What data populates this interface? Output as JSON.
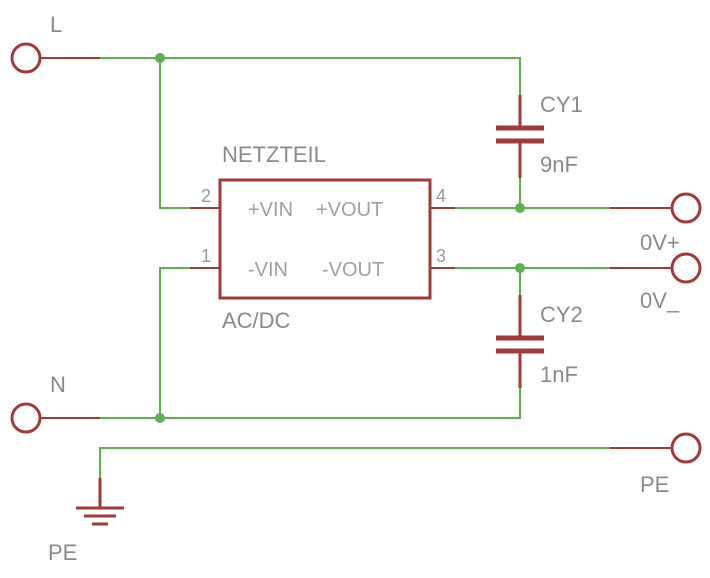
{
  "colors": {
    "wire": "#5fb04f",
    "component": "#a23a3a",
    "text": "#8a8a8a",
    "background": "#ffffff"
  },
  "terminals": {
    "L": "L",
    "N": "N",
    "pe_left": "PE",
    "ov_plus": "0V+",
    "ov_minus": "0V_",
    "pe_right": "PE"
  },
  "module": {
    "name": "NETZTEIL",
    "value": "AC/DC",
    "pin_plus_vin": "+VIN",
    "pin_plus_vout": "+VOUT",
    "pin_minus_vin": "-VIN",
    "pin_minus_vout": "-VOUT",
    "pin_num_2": "2",
    "pin_num_1": "1",
    "pin_num_4": "4",
    "pin_num_3": "3"
  },
  "capacitors": {
    "cy1_name": "CY1",
    "cy1_value": "9nF",
    "cy2_name": "CY2",
    "cy2_value": "1nF"
  },
  "icons": [
    "ground-icon",
    "capacitor-icon",
    "terminal-icon"
  ]
}
